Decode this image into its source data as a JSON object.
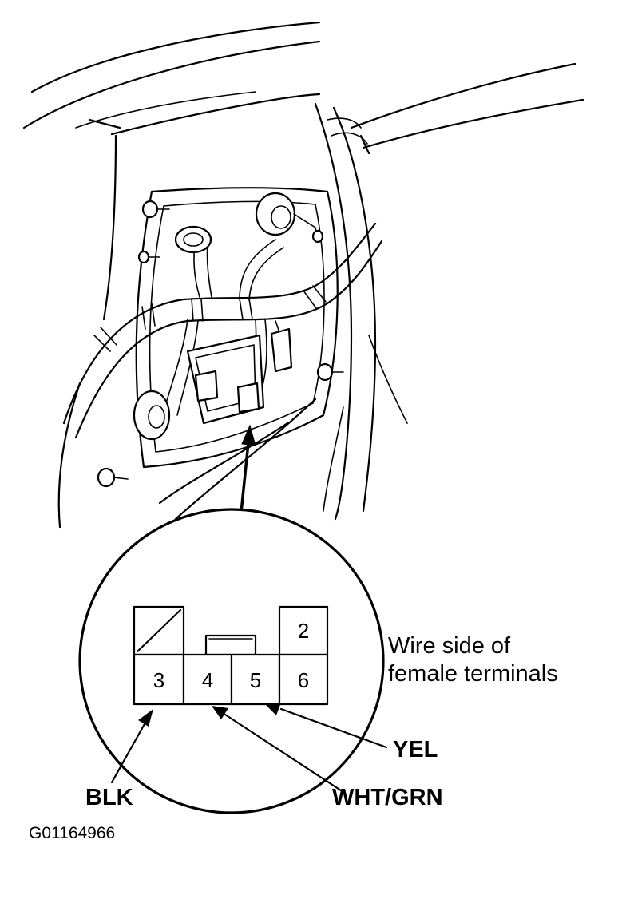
{
  "diagram": {
    "terminals": {
      "top": [
        "2"
      ],
      "bottom": [
        "3",
        "4",
        "5",
        "6"
      ]
    },
    "caption_lines": [
      "Wire side of",
      "female terminals"
    ],
    "wire_labels": {
      "yel": "YEL",
      "blk": "BLK",
      "wht_grn": "WHT/GRN"
    },
    "figure_id": "G01164966"
  }
}
